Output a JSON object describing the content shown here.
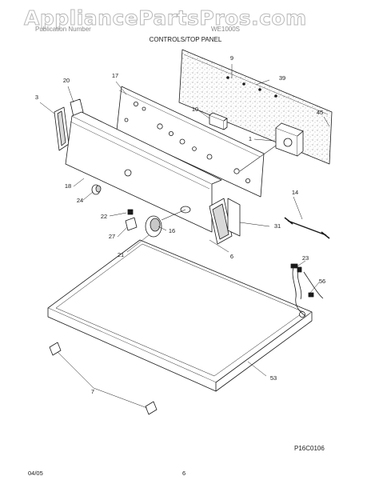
{
  "watermark": "AppliancePartsPros.com",
  "header": {
    "left_text": "Publication Number",
    "model_text": "WE1000S"
  },
  "title": "CONTROLS/TOP PANEL",
  "parts": [
    {
      "id": "num-9",
      "label": "9"
    },
    {
      "id": "num-39",
      "label": "39"
    },
    {
      "id": "num-20",
      "label": "20"
    },
    {
      "id": "num-17",
      "label": "17"
    },
    {
      "id": "num-3",
      "label": "3"
    },
    {
      "id": "num-10",
      "label": "10"
    },
    {
      "id": "num-45",
      "label": "45"
    },
    {
      "id": "num-1",
      "label": "1"
    },
    {
      "id": "num-18",
      "label": "18"
    },
    {
      "id": "num-24",
      "label": "24"
    },
    {
      "id": "num-14",
      "label": "14"
    },
    {
      "id": "num-22",
      "label": "22"
    },
    {
      "id": "num-31",
      "label": "31"
    },
    {
      "id": "num-16",
      "label": "16"
    },
    {
      "id": "num-27",
      "label": "27"
    },
    {
      "id": "num-21",
      "label": "21"
    },
    {
      "id": "num-6",
      "label": "6"
    },
    {
      "id": "num-23",
      "label": "23"
    },
    {
      "id": "num-56",
      "label": "56"
    },
    {
      "id": "num-53",
      "label": "53"
    },
    {
      "id": "num-7",
      "label": "7"
    }
  ],
  "drawing_code": "P16C0106",
  "footer": {
    "date": "04/05",
    "page": "6"
  }
}
